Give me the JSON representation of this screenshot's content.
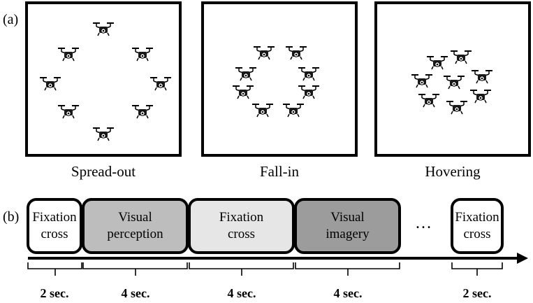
{
  "panel_a": {
    "label": "(a)",
    "formations": [
      {
        "caption": "Spread-out"
      },
      {
        "caption": "Fall-in"
      },
      {
        "caption": "Hovering"
      }
    ]
  },
  "panel_b": {
    "label": "(b)",
    "blocks": [
      {
        "line1": "Fixation",
        "line2": "cross",
        "fill": "#ffffff"
      },
      {
        "line1": "Visual",
        "line2": "perception",
        "fill": "#bdbdbd"
      },
      {
        "line1": "Fixation",
        "line2": "cross",
        "fill": "#e6e6e6"
      },
      {
        "line1": "Visual",
        "line2": "imagery",
        "fill": "#9c9c9c"
      },
      {
        "line1": "Fixation",
        "line2": "cross",
        "fill": "#ffffff"
      }
    ],
    "ellipsis": "…",
    "durations": [
      "2 sec.",
      "4 sec.",
      "4 sec.",
      "4 sec.",
      "2 sec."
    ]
  }
}
